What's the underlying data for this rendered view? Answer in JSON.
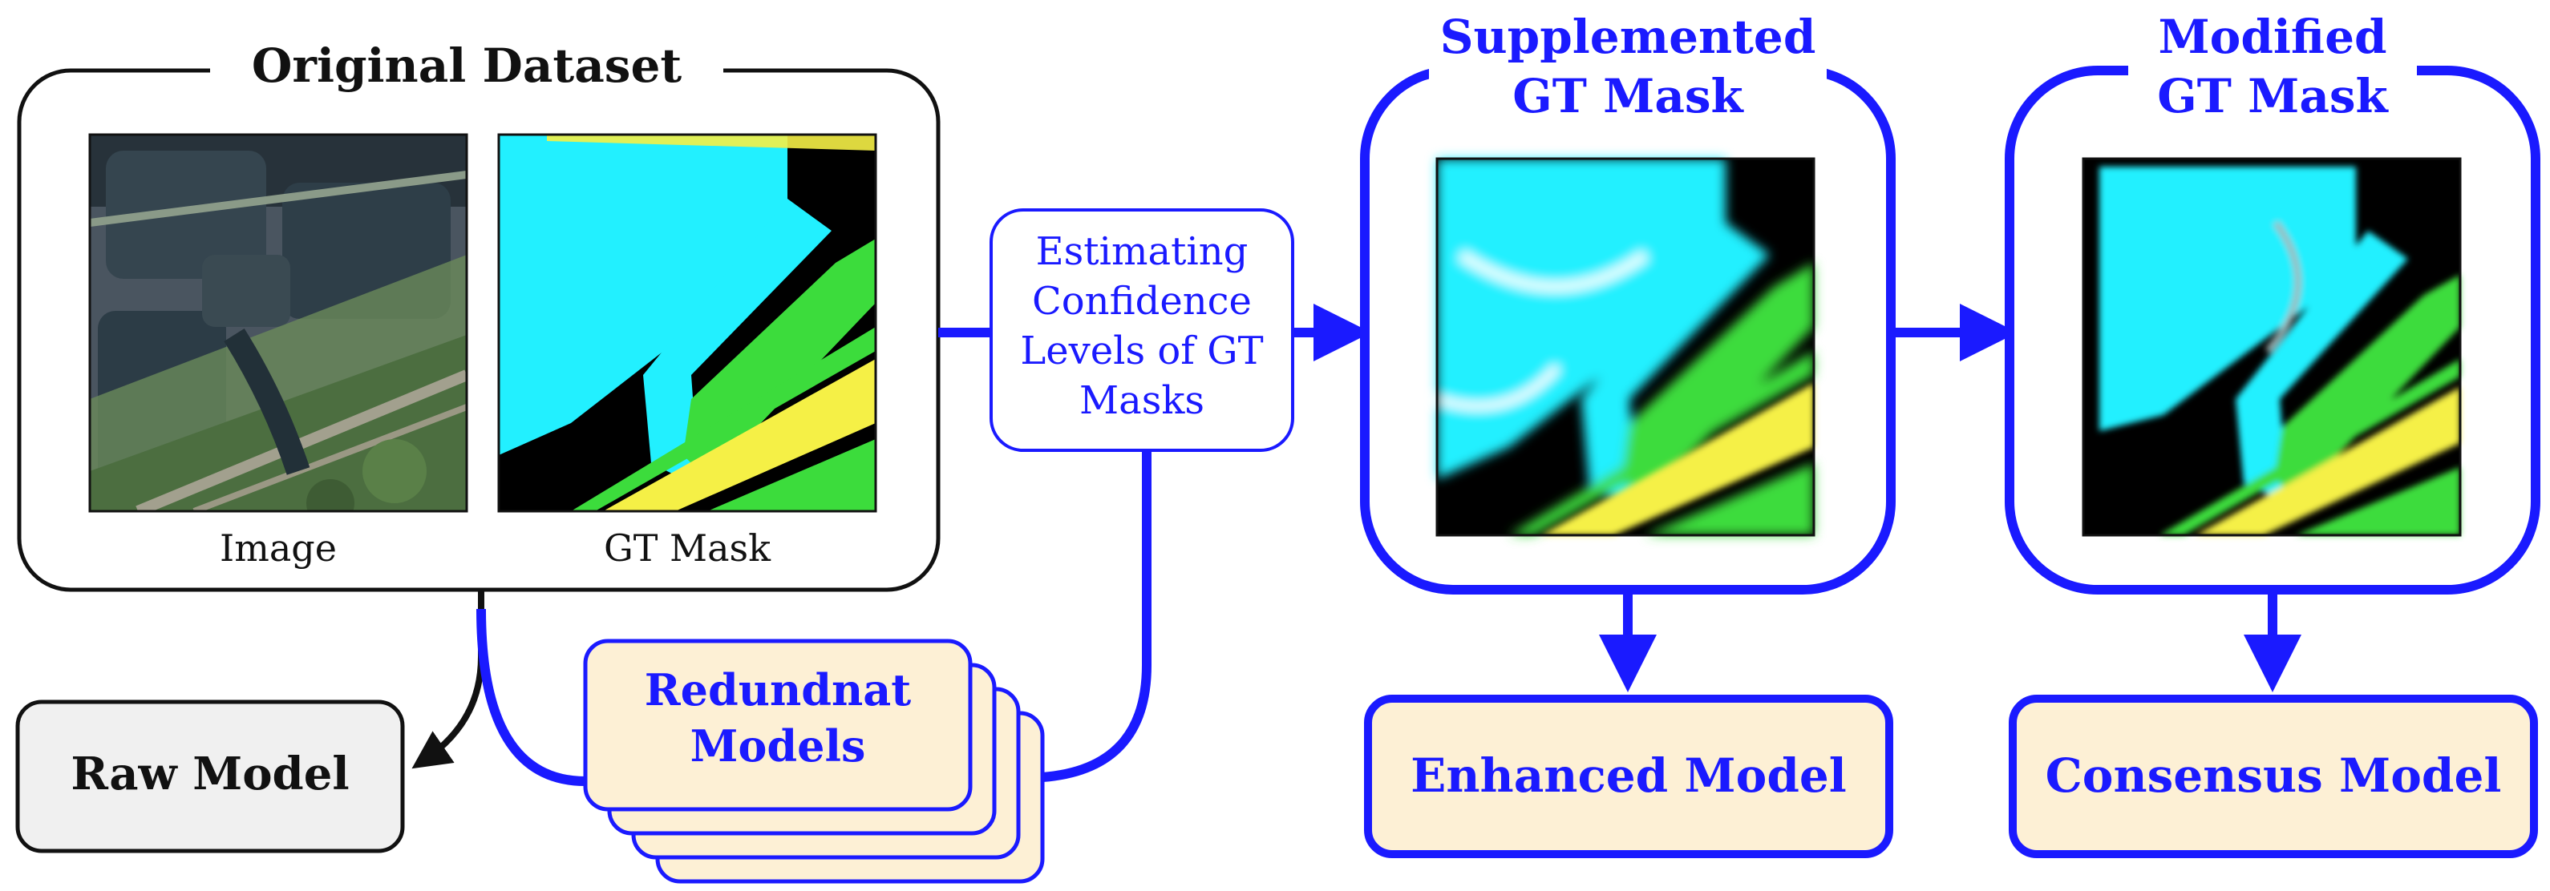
{
  "original_dataset": {
    "title": "Original Dataset",
    "image_caption": "Image",
    "mask_caption": "GT Mask"
  },
  "confidence_step": {
    "lines": [
      "Estimating",
      "Confidence",
      "Levels of GT",
      "Masks"
    ]
  },
  "redundant_models": {
    "lines": [
      "Redundnat",
      "Models"
    ]
  },
  "raw_model": {
    "label": "Raw Model"
  },
  "supplemented_mask": {
    "lines": [
      "Supplemented",
      "GT Mask"
    ]
  },
  "modified_mask": {
    "lines": [
      "Modified",
      "GT Mask"
    ]
  },
  "enhanced_model": {
    "label": "Enhanced Model"
  },
  "consensus_model": {
    "label": "Consensus Model"
  },
  "colors": {
    "accent_blue": "#1a1aff",
    "model_fill": "#fdf0d5",
    "raw_model_fill": "#f0f0f0",
    "mask_cyan": "#22f0ff",
    "mask_green": "#3cdc3c",
    "mask_yellow": "#f5f046",
    "mask_background": "#000000"
  }
}
